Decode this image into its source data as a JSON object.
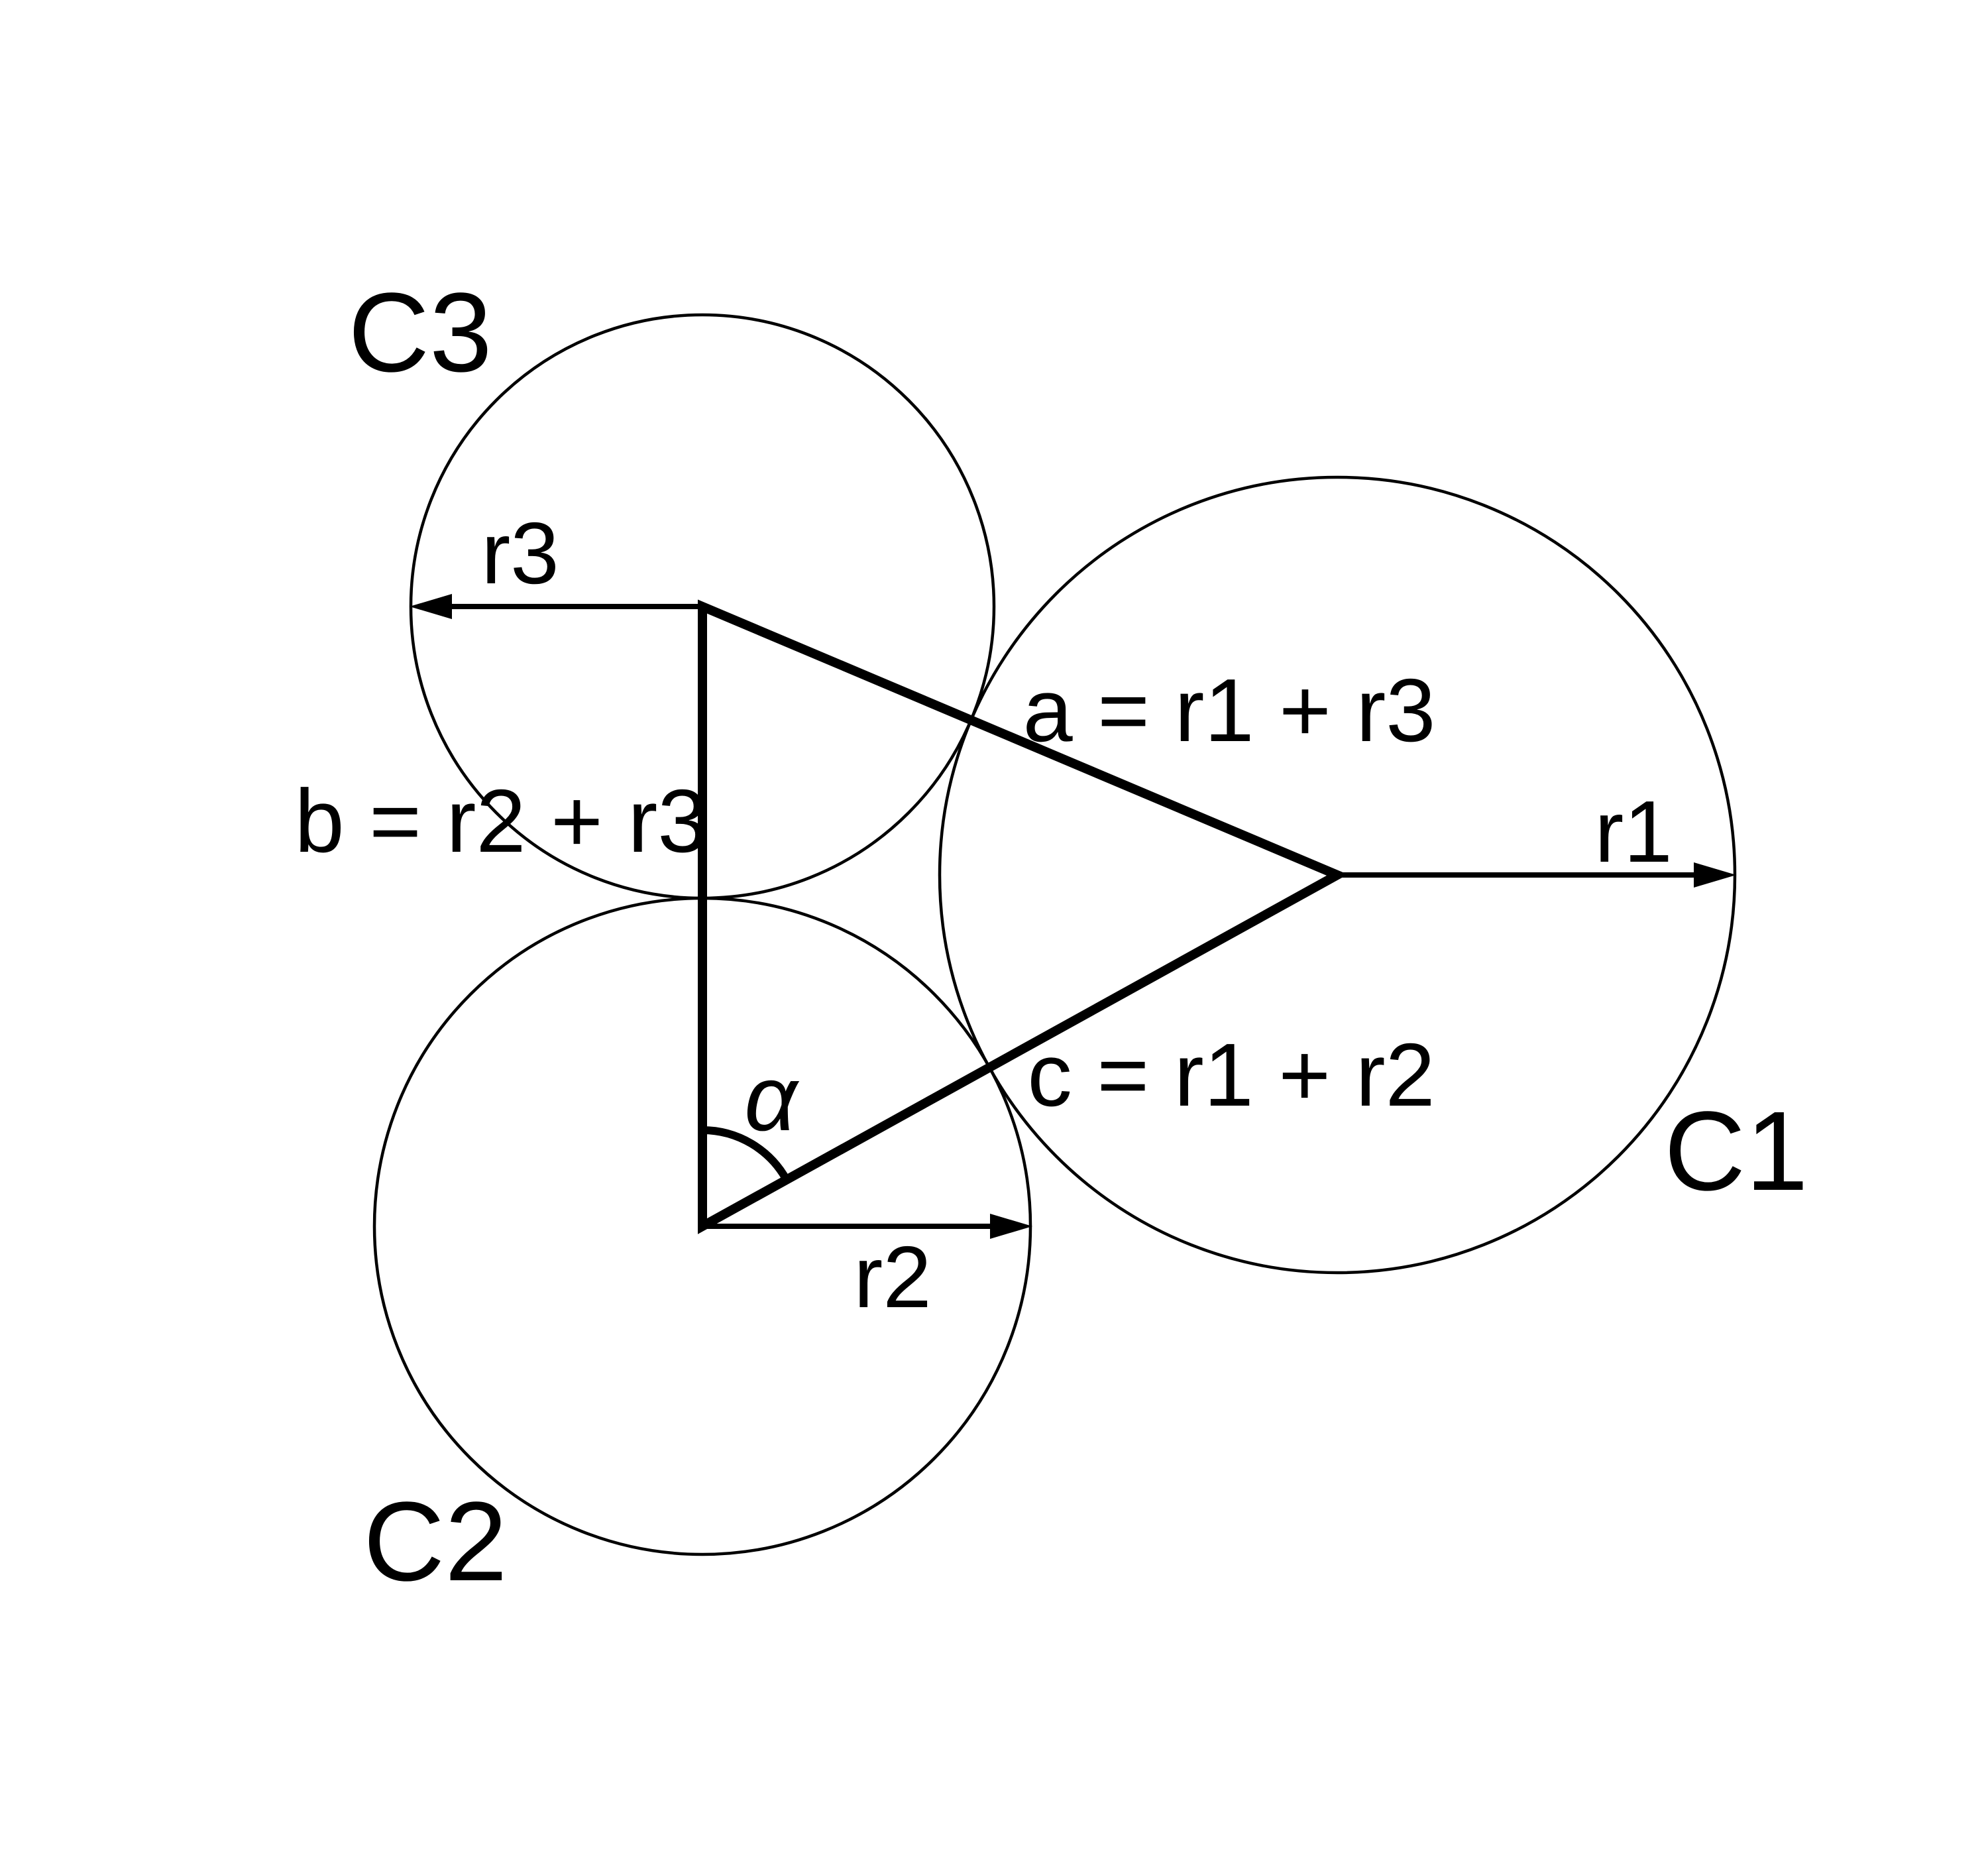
{
  "figure": {
    "description": "Three mutually tangent circles with triangle connecting their centers",
    "colors": {
      "stroke": "#000000",
      "background": "#ffffff"
    },
    "labels": {
      "c1": "C1",
      "c2": "C2",
      "c3": "C3",
      "r1": "r1",
      "r2": "r2",
      "r3": "r3",
      "alpha": "α",
      "side_a": "a = r1 + r3",
      "side_b": "b = r2 + r3",
      "side_c": "c = r1 + r2"
    }
  }
}
